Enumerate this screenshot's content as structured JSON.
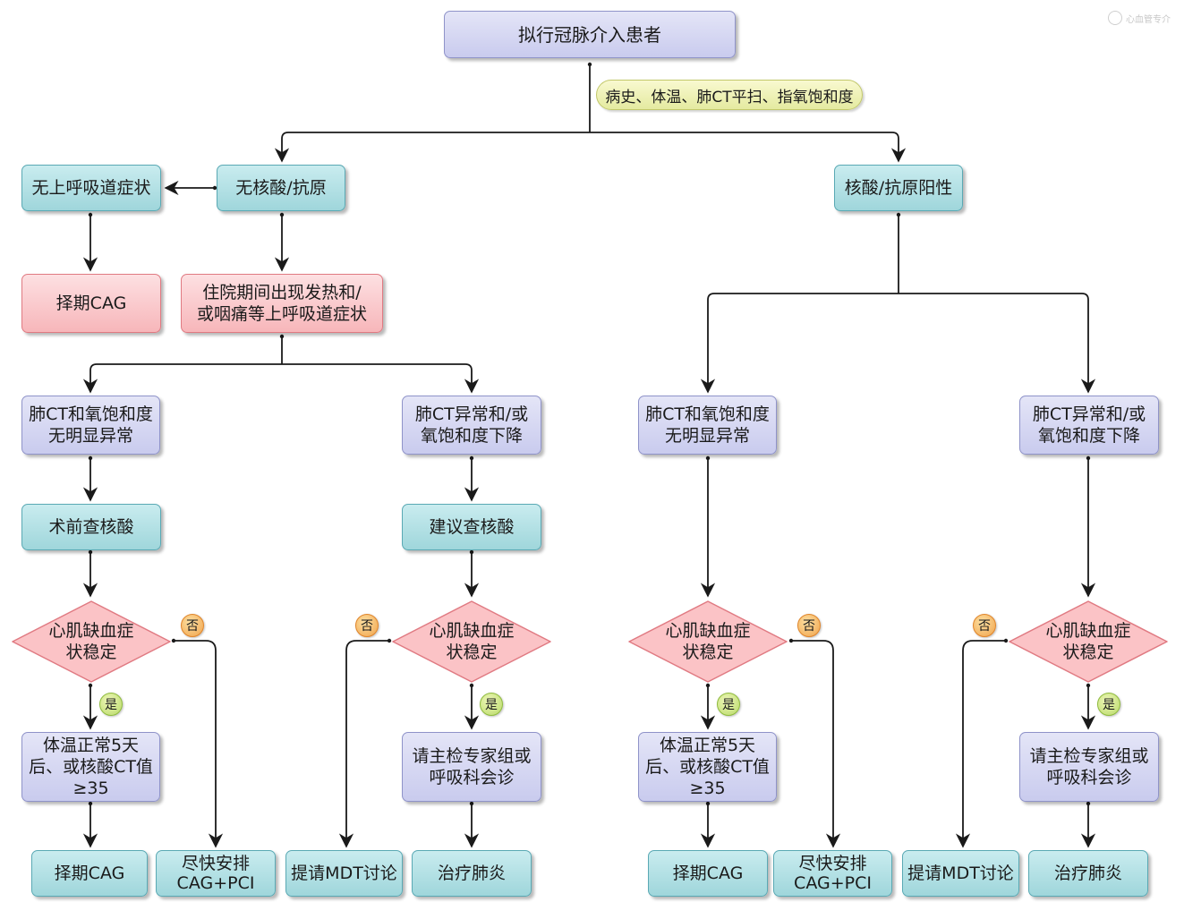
{
  "watermark": {
    "icon": "logo-seal-icon",
    "text": "心血管专介"
  },
  "start": {
    "label": "拟行冠脉介入患者"
  },
  "screening": {
    "label": "病史、体温、肺CT平扫、指氧饱和度"
  },
  "left_branch": {
    "negative": "无核酸/抗原",
    "no_symptoms": "无上呼吸道症状",
    "no_symptoms_outcome": "择期CAG",
    "symptoms": "住院期间出现发热和/\n或咽痛等上呼吸道症状",
    "normal_ct": {
      "condition": "肺CT和氧饱和度\n无明显异常",
      "step": "术前查核酸",
      "decision": "心肌缺血症\n状稳定",
      "yes_label": "是",
      "no_label": "否",
      "yes_step": "体温正常5天\n后、或核酸CT值\n≥35",
      "yes_outcome": "择期CAG",
      "no_outcome": "尽快安排\nCAG+PCI"
    },
    "abnormal_ct": {
      "condition": "肺CT异常和/或\n氧饱和度下降",
      "step": "建议查核酸",
      "decision": "心肌缺血症\n状稳定",
      "yes_label": "是",
      "no_label": "否",
      "yes_step": "请主检专家组或\n呼吸科会诊",
      "yes_outcome": "治疗肺炎",
      "no_outcome": "提请MDT讨论"
    }
  },
  "right_branch": {
    "positive": "核酸/抗原阳性",
    "normal_ct": {
      "condition": "肺CT和氧饱和度\n无明显异常",
      "decision": "心肌缺血症\n状稳定",
      "yes_label": "是",
      "no_label": "否",
      "yes_step": "体温正常5天\n后、或核酸CT值\n≥35",
      "yes_outcome": "择期CAG",
      "no_outcome": "尽快安排\nCAG+PCI"
    },
    "abnormal_ct": {
      "condition": "肺CT异常和/或\n氧饱和度下降",
      "decision": "心肌缺血症\n状稳定",
      "yes_label": "是",
      "no_label": "否",
      "yes_step": "请主检专家组或\n呼吸科会诊",
      "yes_outcome": "治疗肺炎",
      "no_outcome": "提请MDT讨论"
    }
  },
  "colors": {
    "process_fill": "#d6d8f2",
    "action_fill": "#b4e0e4",
    "alert_fill": "#fac8cb",
    "screen_fill": "#eef2b8",
    "no_badge": "#f0a24a",
    "yes_badge": "#b8d968",
    "connector": "#1a1a1a"
  }
}
